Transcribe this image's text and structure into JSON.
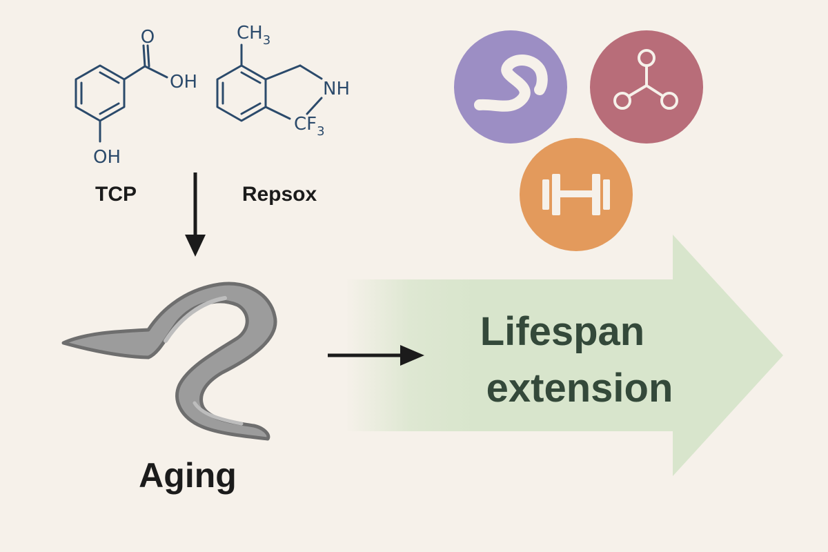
{
  "colors": {
    "background": "#f6f1ea",
    "molecule": "#2b4a6b",
    "arrow": "#1b1b1b",
    "worm_fill": "#9c9c9c",
    "worm_outline": "#6e6e6e",
    "big_arrow": "#d8e5cc",
    "lifespan_text": "#34493a",
    "circle_worm": "#9c8ec4",
    "circle_molecule": "#b86d79",
    "circle_exercise": "#e39a5c"
  },
  "compounds": {
    "tcp": {
      "name": "TCP",
      "acid_group": "OH",
      "carbonyl_o": "O",
      "hydroxyl": "OH"
    },
    "repsox": {
      "name": "Repsox",
      "methyl_main": "CH",
      "methyl_sub": "3",
      "amine": "NH",
      "cf3_main": "CF",
      "cf3_sub": "3"
    }
  },
  "worm": {
    "label": "Aging"
  },
  "outcome": {
    "line1": "Lifespan",
    "line2": "extension"
  },
  "icons": [
    {
      "name": "worm-icon",
      "color": "#9c8ec4"
    },
    {
      "name": "molecule-icon",
      "color": "#b86d79"
    },
    {
      "name": "dumbbell-icon",
      "color": "#e39a5c"
    }
  ]
}
